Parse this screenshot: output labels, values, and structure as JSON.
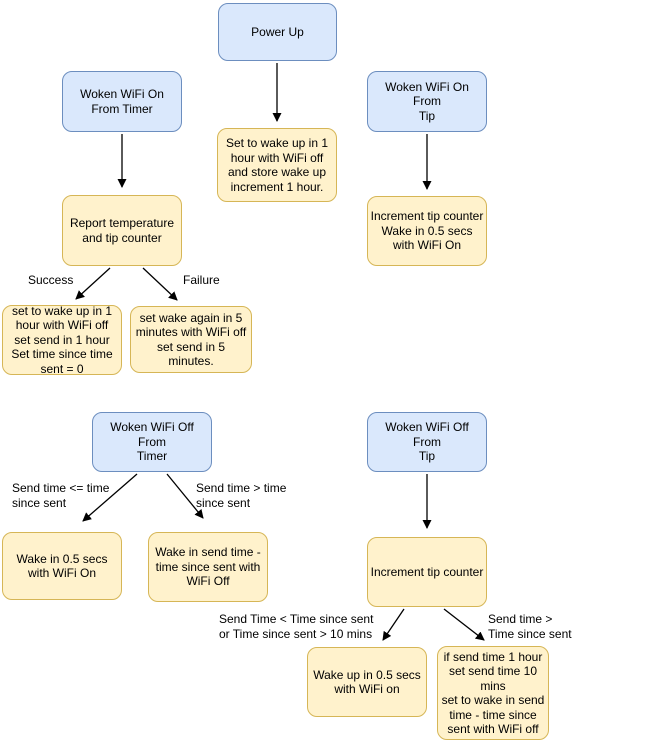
{
  "diagram": {
    "nodes": {
      "power_up": {
        "label": "Power Up",
        "kind": "event"
      },
      "woken_wifi_on_from_timer": {
        "label": "Woken WiFi On\nFrom Timer",
        "kind": "event"
      },
      "woken_wifi_on_from_tip": {
        "label": "Woken WiFi On From\nTip",
        "kind": "event"
      },
      "set_wake_1_hour": {
        "label": "Set to wake up in 1\nhour with WiFi off\nand store wake up\nincrement 1 hour.",
        "kind": "action"
      },
      "report_temperature": {
        "label": "Report temperature\nand tip counter",
        "kind": "action"
      },
      "increment_tip_wake_on": {
        "label": "Increment tip counter\nWake in 0.5 secs\nwith WiFi On",
        "kind": "action"
      },
      "success_action": {
        "label": "set to wake up in 1\nhour with WiFi off\nset send in 1 hour\nSet time since time\nsent = 0",
        "kind": "action"
      },
      "failure_action": {
        "label": "set wake again in 5\nminutes with WiFi off\nset send in 5\nminutes.",
        "kind": "action"
      },
      "woken_wifi_off_from_timer": {
        "label": "Woken WiFi Off From\nTimer",
        "kind": "event"
      },
      "wake_05_wifi_on": {
        "label": "Wake in 0.5 secs\nwith WiFi On",
        "kind": "action"
      },
      "wake_send_time_wifi_off": {
        "label": "Wake in send time -\ntime since sent with\nWiFi Off",
        "kind": "action"
      },
      "woken_wifi_off_from_tip": {
        "label": "Woken WiFi Off From\nTip",
        "kind": "event"
      },
      "increment_tip_counter": {
        "label": "Increment tip counter",
        "kind": "action"
      },
      "wake_up_05_wifi_on": {
        "label": "Wake up in 0.5 secs\nwith WiFi on",
        "kind": "action"
      },
      "if_send_time": {
        "label": "if send time 1 hour\nset send time 10\nmins\nset to wake in send\ntime - time since\nsent  with WiFi off",
        "kind": "action"
      }
    },
    "edge_labels": {
      "success": "Success",
      "failure": "Failure",
      "send_time_le": "Send time <= time\n since sent",
      "send_time_gt": "Send time > time\n since sent",
      "send_time_lt_or": "Send Time < Time since sent\nor Time since sent > 10 mins",
      "send_time_gt_tip": "Send time >\nTime since sent"
    },
    "colors": {
      "event_fill": "#dae8fc",
      "event_border": "#6c8ebf",
      "action_fill": "#fff2cc",
      "action_border": "#d6b656",
      "arrow": "#000000",
      "text": "#000000",
      "background": "#ffffff"
    }
  }
}
